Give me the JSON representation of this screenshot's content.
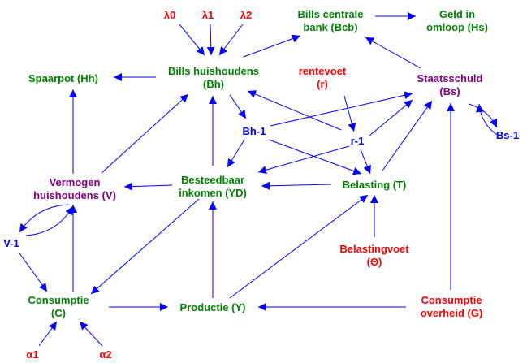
{
  "colors": {
    "arrow": "#0000ff",
    "green": "#008000",
    "red": "#ff0000",
    "purple": "#800080",
    "blue": "#0000ff",
    "background": "#ffffff"
  },
  "nodes": [
    {
      "id": "lambda0",
      "lines": [
        "λ0"
      ],
      "color": "red"
    },
    {
      "id": "lambda1",
      "lines": [
        "λ1"
      ],
      "color": "red"
    },
    {
      "id": "lambda2",
      "lines": [
        "λ2"
      ],
      "color": "red"
    },
    {
      "id": "bcb",
      "lines": [
        "Bills centrale",
        "bank (Bcb)"
      ],
      "color": "green"
    },
    {
      "id": "hs",
      "lines": [
        "Geld in",
        "omloop (Hs)"
      ],
      "color": "green"
    },
    {
      "id": "hh",
      "lines": [
        "Spaarpot (Hh)"
      ],
      "color": "green"
    },
    {
      "id": "bh",
      "lines": [
        "Bills huishoudens",
        "(Bh)"
      ],
      "color": "green"
    },
    {
      "id": "r",
      "lines": [
        "rentevoet",
        "(r)"
      ],
      "color": "red"
    },
    {
      "id": "bs",
      "lines": [
        "Staatsschuld",
        "(Bs)"
      ],
      "color": "purple"
    },
    {
      "id": "bh1",
      "lines": [
        "Bh-1"
      ],
      "color": "blue"
    },
    {
      "id": "r1",
      "lines": [
        "r-1"
      ],
      "color": "blue"
    },
    {
      "id": "bs1",
      "lines": [
        "Bs-1"
      ],
      "color": "blue"
    },
    {
      "id": "v",
      "lines": [
        "Vermogen",
        "huishoudens (V)"
      ],
      "color": "purple"
    },
    {
      "id": "yd",
      "lines": [
        "Besteedbaar",
        "inkomen (YD)"
      ],
      "color": "green"
    },
    {
      "id": "t",
      "lines": [
        "Belasting (T)"
      ],
      "color": "green"
    },
    {
      "id": "v1",
      "lines": [
        "V-1"
      ],
      "color": "blue"
    },
    {
      "id": "theta",
      "lines": [
        "Belastingvoet",
        "(Θ)"
      ],
      "color": "red"
    },
    {
      "id": "c",
      "lines": [
        "Consumptie",
        "(C)"
      ],
      "color": "green"
    },
    {
      "id": "y",
      "lines": [
        "Productie (Y)"
      ],
      "color": "green"
    },
    {
      "id": "g",
      "lines": [
        "Consumptie",
        "overheid (G)"
      ],
      "color": "red"
    },
    {
      "id": "alpha1",
      "lines": [
        "α1"
      ],
      "color": "red"
    },
    {
      "id": "alpha2",
      "lines": [
        "α2"
      ],
      "color": "red"
    }
  ],
  "edges": [
    {
      "from": "lambda0",
      "to": "bh"
    },
    {
      "from": "lambda1",
      "to": "bh"
    },
    {
      "from": "lambda2",
      "to": "bh"
    },
    {
      "from": "bh",
      "to": "bcb"
    },
    {
      "from": "bcb",
      "to": "hs"
    },
    {
      "from": "bs",
      "to": "bcb"
    },
    {
      "from": "bh",
      "to": "hh"
    },
    {
      "from": "bh",
      "to": "bh1"
    },
    {
      "from": "r1",
      "to": "bh"
    },
    {
      "from": "r",
      "to": "r1"
    },
    {
      "from": "bh1",
      "to": "bs"
    },
    {
      "from": "r1",
      "to": "bs"
    },
    {
      "from": "bs",
      "to": "bs1"
    },
    {
      "from": "bs1",
      "to": "bs"
    },
    {
      "from": "bh1",
      "to": "yd"
    },
    {
      "from": "bh1",
      "to": "t"
    },
    {
      "from": "r1",
      "to": "yd"
    },
    {
      "from": "r1",
      "to": "t"
    },
    {
      "from": "t",
      "to": "bs"
    },
    {
      "from": "t",
      "to": "yd"
    },
    {
      "from": "yd",
      "to": "bh"
    },
    {
      "from": "yd",
      "to": "v"
    },
    {
      "from": "yd",
      "to": "c"
    },
    {
      "from": "v",
      "to": "hh"
    },
    {
      "from": "v",
      "to": "bh"
    },
    {
      "from": "v",
      "to": "v1"
    },
    {
      "from": "v1",
      "to": "v"
    },
    {
      "from": "v1",
      "to": "c"
    },
    {
      "from": "c",
      "to": "v"
    },
    {
      "from": "c",
      "to": "y"
    },
    {
      "from": "y",
      "to": "yd"
    },
    {
      "from": "y",
      "to": "t"
    },
    {
      "from": "theta",
      "to": "t"
    },
    {
      "from": "g",
      "to": "y"
    },
    {
      "from": "g",
      "to": "bs"
    },
    {
      "from": "alpha1",
      "to": "c"
    },
    {
      "from": "alpha2",
      "to": "c"
    }
  ]
}
